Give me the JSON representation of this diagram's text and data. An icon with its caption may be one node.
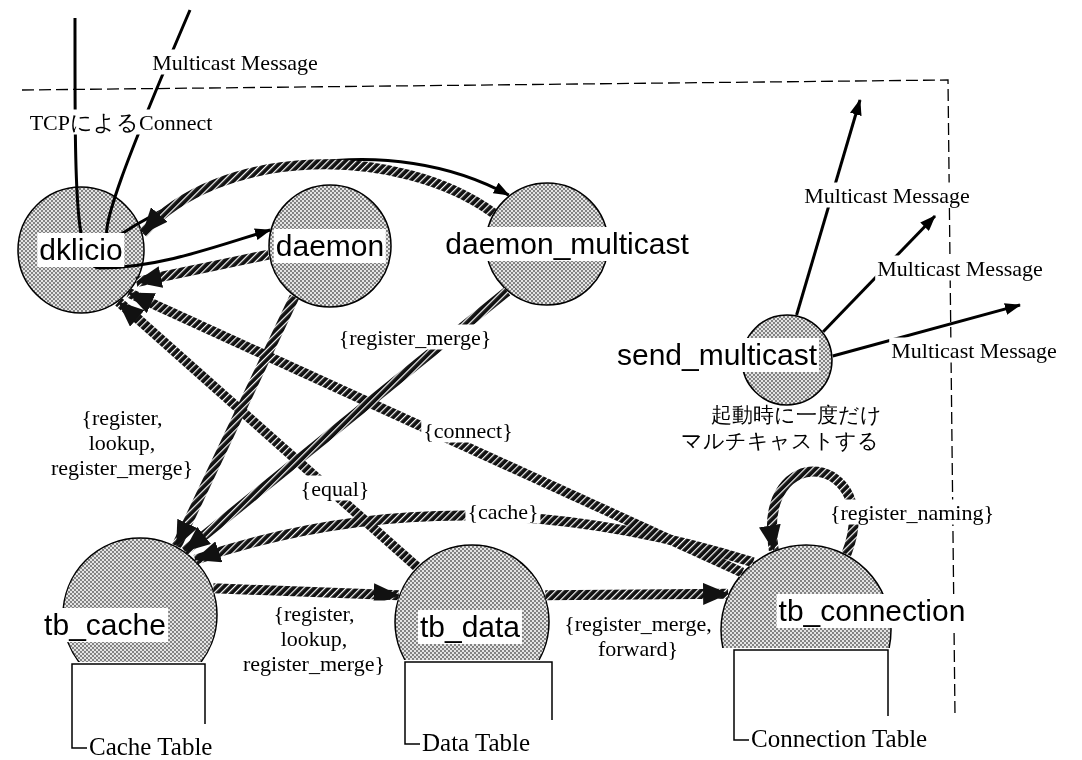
{
  "diagram": {
    "nodes": [
      {
        "text": [
          "dklicio"
        ]
      },
      {
        "text": [
          "daemon"
        ]
      },
      {
        "text": [
          "daemon_multicast"
        ]
      },
      {
        "text": [
          "send_multicast"
        ],
        "beside": [
          "起動時に一度だけマルチキャストする"
        ]
      },
      {
        "text": [
          "tb_cache"
        ]
      },
      {
        "text": [
          "tb_data"
        ]
      },
      {
        "text": [
          "tb_connection"
        ]
      },
      {
        "text": [
          "Cache Table"
        ]
      },
      {
        "text": [
          "Data Table"
        ]
      },
      {
        "text": [
          "Connection Table"
        ]
      }
    ],
    "edges": [
      {
        "from": null,
        "to": 1,
        "arrow": "to",
        "label": "TCPによるConnect"
      },
      {
        "from": null,
        "to": 2,
        "arrow": "to",
        "label": "Multicast Message"
      },
      {
        "from": 2,
        "to": 0,
        "arrow": "to",
        "style": "thick"
      },
      {
        "from": 1,
        "to": 0,
        "arrow": "to",
        "style": "thick"
      },
      {
        "from": 1,
        "to": 4,
        "arrow": "to",
        "style": "thick",
        "label": "{register, lookup, register_merge}"
      },
      {
        "from": 2,
        "to": 4,
        "arrow": "to",
        "style": "thick",
        "label": "{register_merge}"
      },
      {
        "from": 5,
        "to": 0,
        "arrow": "to",
        "style": "thick",
        "label": "{equal}"
      },
      {
        "from": 6,
        "to": 0,
        "arrow": "to",
        "style": "thick",
        "label": "{connect}"
      },
      {
        "from": 6,
        "to": 4,
        "arrow": "to",
        "style": "thick",
        "label": "{cache}"
      },
      {
        "from": 4,
        "to": 5,
        "arrow": "to",
        "style": "thick",
        "label": "{register, lookup, register_merge}"
      },
      {
        "from": 5,
        "to": 6,
        "arrow": "to",
        "style": "thick",
        "label": "{register_merge, forward}"
      },
      {
        "from": 6,
        "to": 6,
        "arrow": "to",
        "style": "thick",
        "label": "{register_naming}"
      },
      {
        "from": 3,
        "to": null,
        "arrow": "to",
        "label": "Multicast Message"
      },
      {
        "from": 3,
        "to": null,
        "arrow": "to",
        "label": "Multicast Message"
      },
      {
        "from": 3,
        "to": null,
        "arrow": "to",
        "label": "Multicast Message"
      }
    ]
  }
}
